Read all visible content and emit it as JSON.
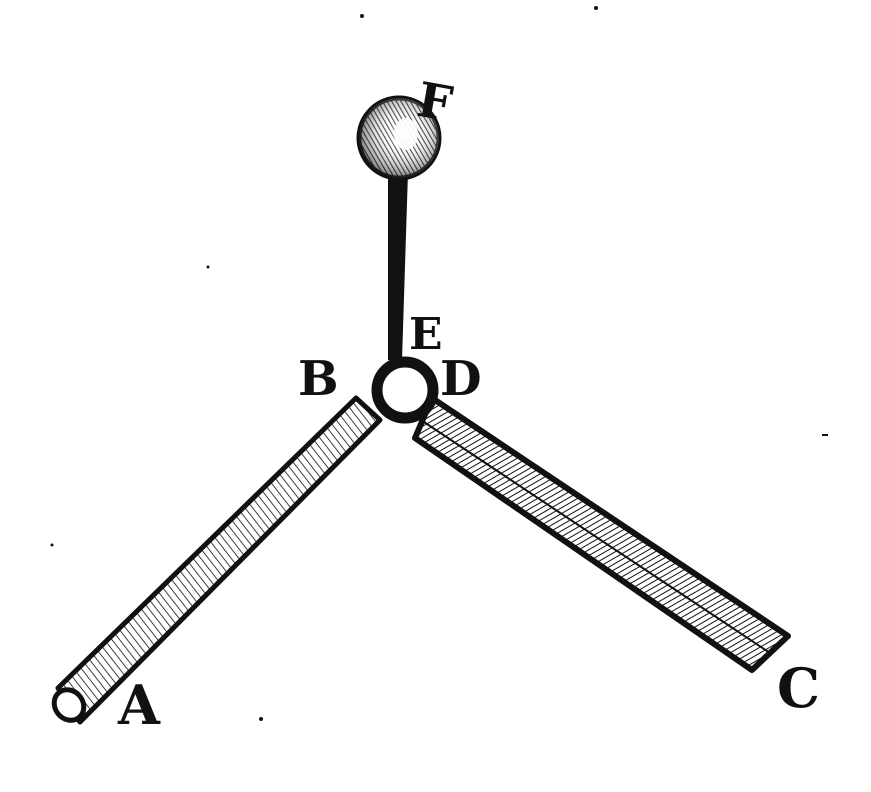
{
  "diagram": {
    "labels": {
      "a": "A",
      "b": "B",
      "c": "C",
      "d": "D",
      "e": "E",
      "f": "F"
    },
    "ink_color": "#111111",
    "paper_color": "#ffffff"
  }
}
